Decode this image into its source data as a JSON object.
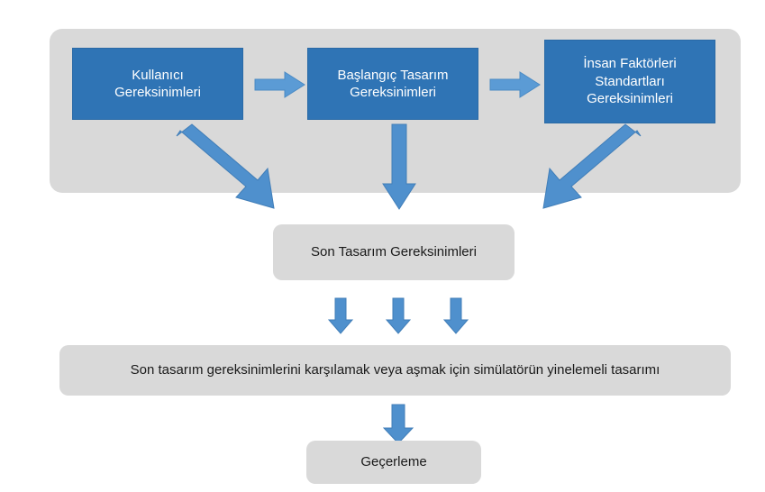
{
  "diagram": {
    "title_present": false,
    "colors": {
      "panel_gray": "#d9d9d9",
      "box_blue": "#2f74b5",
      "arrow_blue": "#5b9bd5",
      "text_light": "#ffffff",
      "text_dark": "#1a1a1a",
      "background": "#ffffff"
    },
    "top_group": {
      "name": "requirements-group",
      "boxes": [
        {
          "id": "user-requirements",
          "lines": [
            "Kullanıcı",
            "Gereksinimleri"
          ]
        },
        {
          "id": "initial-design-requirements",
          "lines": [
            "Başlangıç Tasarım",
            "Gereksinimleri"
          ]
        },
        {
          "id": "human-factors-standards",
          "lines": [
            "İnsan Faktörleri",
            "Standartları",
            "Gereksinimleri"
          ]
        }
      ],
      "connectors": [
        {
          "id": "arrow-user-to-initial",
          "type": "right-arrow"
        },
        {
          "id": "arrow-initial-to-standards",
          "type": "right-arrow"
        }
      ]
    },
    "final_requirements": {
      "id": "final-design-requirements",
      "label": "Son Tasarım Gereksinimleri"
    },
    "iterative_design": {
      "id": "iterative-design",
      "label": "Son tasarım gereksinimlerini karşılamak veya aşmak için simülatörün yinelemeli tasarımı"
    },
    "validation": {
      "id": "validation",
      "label": "Geçerleme"
    },
    "flow_arrows": [
      {
        "id": "arrow-user-down-diagonal",
        "type": "diagonal-down-right",
        "from": "user-requirements",
        "to": "final-design-requirements"
      },
      {
        "id": "arrow-initial-down",
        "type": "down",
        "from": "initial-design-requirements",
        "to": "final-design-requirements"
      },
      {
        "id": "arrow-standards-down-diagonal",
        "type": "diagonal-down-left",
        "from": "human-factors-standards",
        "to": "final-design-requirements"
      },
      {
        "id": "arrow-final-down-left",
        "type": "down-small",
        "from": "final-design-requirements",
        "to": "iterative-design"
      },
      {
        "id": "arrow-final-down-center",
        "type": "down-small",
        "from": "final-design-requirements",
        "to": "iterative-design"
      },
      {
        "id": "arrow-final-down-right",
        "type": "down-small",
        "from": "final-design-requirements",
        "to": "iterative-design"
      },
      {
        "id": "arrow-iterative-down",
        "type": "down",
        "from": "iterative-design",
        "to": "validation"
      }
    ]
  }
}
